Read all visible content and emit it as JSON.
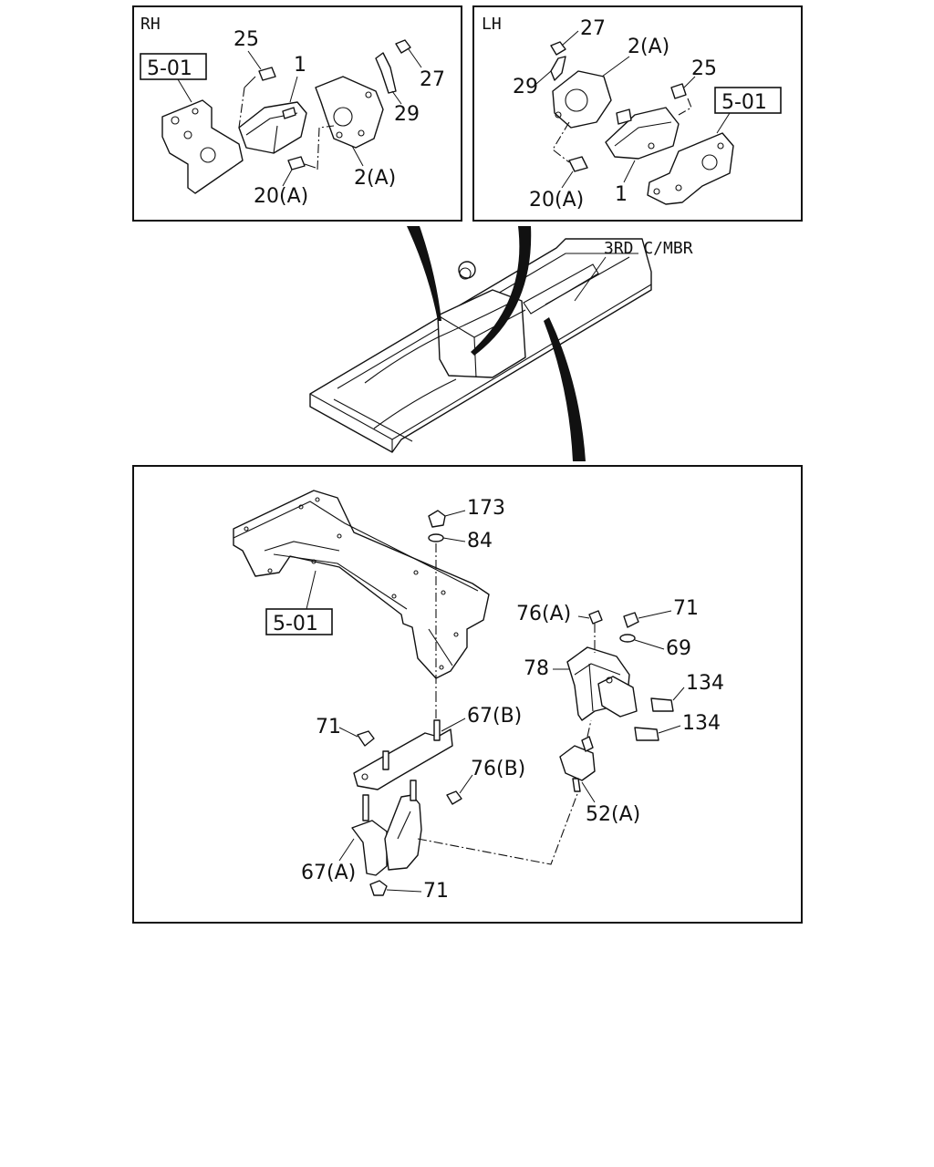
{
  "panels": {
    "rh": {
      "side_label": "RH",
      "ref_box": "5-01",
      "callouts": [
        "25",
        "1",
        "27",
        "29",
        "20(A)",
        "2(A)"
      ]
    },
    "lh": {
      "side_label": "LH",
      "ref_box": "5-01",
      "callouts": [
        "27",
        "2(A)",
        "29",
        "25",
        "20(A)",
        "1"
      ]
    },
    "frame": {
      "member_label": "3RD C/MBR"
    },
    "lower": {
      "ref_box": "5-01",
      "callouts": [
        "173",
        "84",
        "76(A)",
        "71",
        "69",
        "78",
        "134",
        "134",
        "71",
        "67(B)",
        "76(B)",
        "52(A)",
        "67(A)",
        "71"
      ]
    }
  }
}
